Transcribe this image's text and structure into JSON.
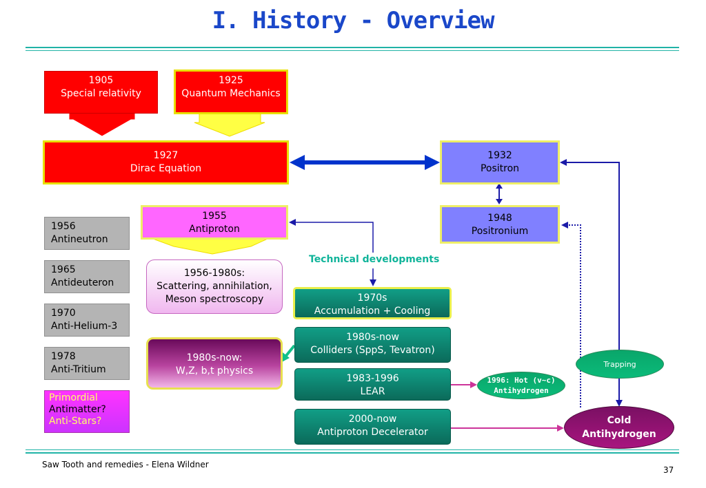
{
  "title": "I. History - Overview",
  "footer": {
    "left": "Saw Tooth and remedies  - Elena Wildner",
    "page_number": "37"
  },
  "boxes": {
    "special_relativity": {
      "year": "1905",
      "label": "Special relativity"
    },
    "quantum_mechanics": {
      "year": "1925",
      "label": "Quantum Mechanics"
    },
    "dirac": {
      "year": "1927",
      "label": "Dirac Equation"
    },
    "positron": {
      "year": "1932",
      "label": "Positron"
    },
    "positronium": {
      "year": "1948",
      "label": "Positronium"
    },
    "antiproton": {
      "year": "1955",
      "label": "Antiproton"
    },
    "scattering": {
      "line1": "1956-1980s:",
      "line2": "Scattering, annihilation,",
      "line3": "Meson spectroscopy"
    },
    "physics": {
      "line1": "1980s-now:",
      "line2": "W,Z, b,t physics"
    }
  },
  "sidebar": [
    {
      "year": "1956",
      "label": "Antineutron"
    },
    {
      "year": "1965",
      "label": "Antideuteron"
    },
    {
      "year": "1970",
      "label": "Anti-Helium-3"
    },
    {
      "year": "1978",
      "label": "Anti-Tritium"
    }
  ],
  "primordial": {
    "line1": "Primordial",
    "line2": "Antimatter?",
    "line3": "Anti-Stars?",
    "color_line1": "#ffff66",
    "color_line2": "#000000",
    "color_line3": "#ffff66"
  },
  "technical": {
    "label": "Technical developments",
    "items": [
      {
        "year": "1970s",
        "label": "Accumulation + Cooling"
      },
      {
        "year": "1980s-now",
        "label": "Colliders (SppS, Tevatron)"
      },
      {
        "year": "1983-1996",
        "label": "LEAR"
      },
      {
        "year": "2000-now",
        "label": "Antiproton Decelerator"
      }
    ]
  },
  "ovals": {
    "hot": {
      "line1": "1996: Hot (v~c)",
      "line2": "Antihydrogen"
    },
    "trapping": {
      "label": "Trapping"
    },
    "cold": {
      "line1": "Cold",
      "line2": "Antihydrogen"
    }
  },
  "colors": {
    "title": "#1a47c9",
    "accent_rule": "#1fb3a6",
    "red_box": "#ff0000",
    "blue_box": "#8080ff",
    "magenta_box": "#ff66ff",
    "teal_box": "#0e8a74",
    "arrow_blue": "#1a1aa8",
    "arrow_bold_blue": "#0033cc",
    "arrow_magenta": "#cc3399",
    "arrow_green": "#11c08a"
  }
}
